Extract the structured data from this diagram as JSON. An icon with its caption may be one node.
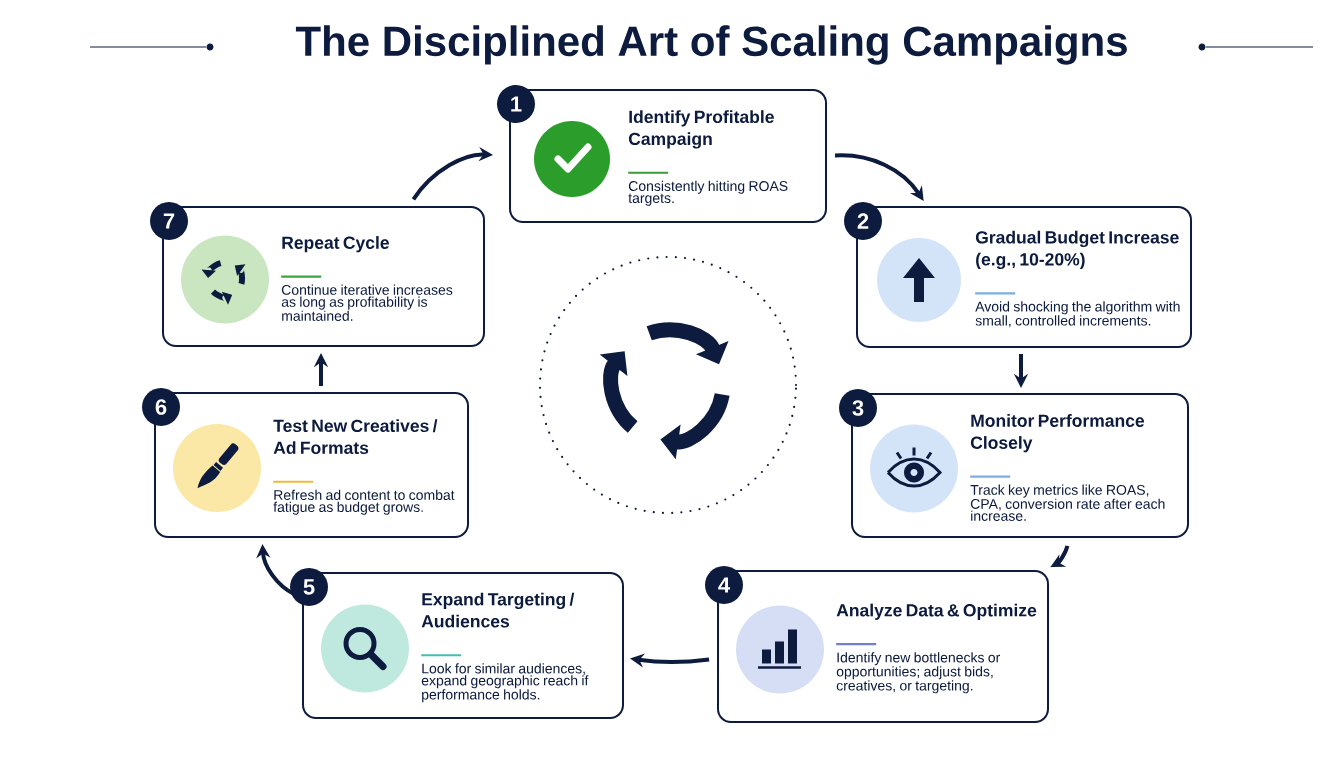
{
  "diagram": {
    "title": "The Disciplined Art of Scaling Campaigns",
    "nodes": [
      {
        "text": [
          "1",
          "Identify Profitable Campaign",
          "Consistently hitting ROAS targets."
        ]
      },
      {
        "text": [
          "2",
          "Gradual Budget Increase (e.g., 10-20%)",
          "Avoid shocking the algorithm with small, controlled increments."
        ]
      },
      {
        "text": [
          "3",
          "Monitor Performance Closely",
          "Track key metrics like ROAS, CPA, conversion rate after each increase."
        ]
      },
      {
        "text": [
          "4",
          "Analyze Data & Optimize",
          "Identify new bottlenecks or opportunities; adjust bids, creatives, or targeting."
        ]
      },
      {
        "text": [
          "5",
          "Expand Targeting / Audiences",
          "Look for similar audiences, expand geographic reach if performance holds."
        ]
      },
      {
        "text": [
          "6",
          "Test New Creatives / Ad Formats",
          "Refresh ad content to combat fatigue as budget grows."
        ]
      },
      {
        "text": [
          "7",
          "Repeat Cycle",
          "Continue iterative increases as long as profitability is maintained."
        ]
      }
    ],
    "edges": [
      {
        "from": 0,
        "to": 1,
        "arrow": "to"
      },
      {
        "from": 1,
        "to": 2,
        "arrow": "to"
      },
      {
        "from": 2,
        "to": 3,
        "arrow": "to"
      },
      {
        "from": 3,
        "to": 4,
        "arrow": "to"
      },
      {
        "from": 4,
        "to": 5,
        "arrow": "to"
      },
      {
        "from": 5,
        "to": 6,
        "arrow": "to"
      },
      {
        "from": 6,
        "to": 0,
        "arrow": "to"
      }
    ]
  }
}
